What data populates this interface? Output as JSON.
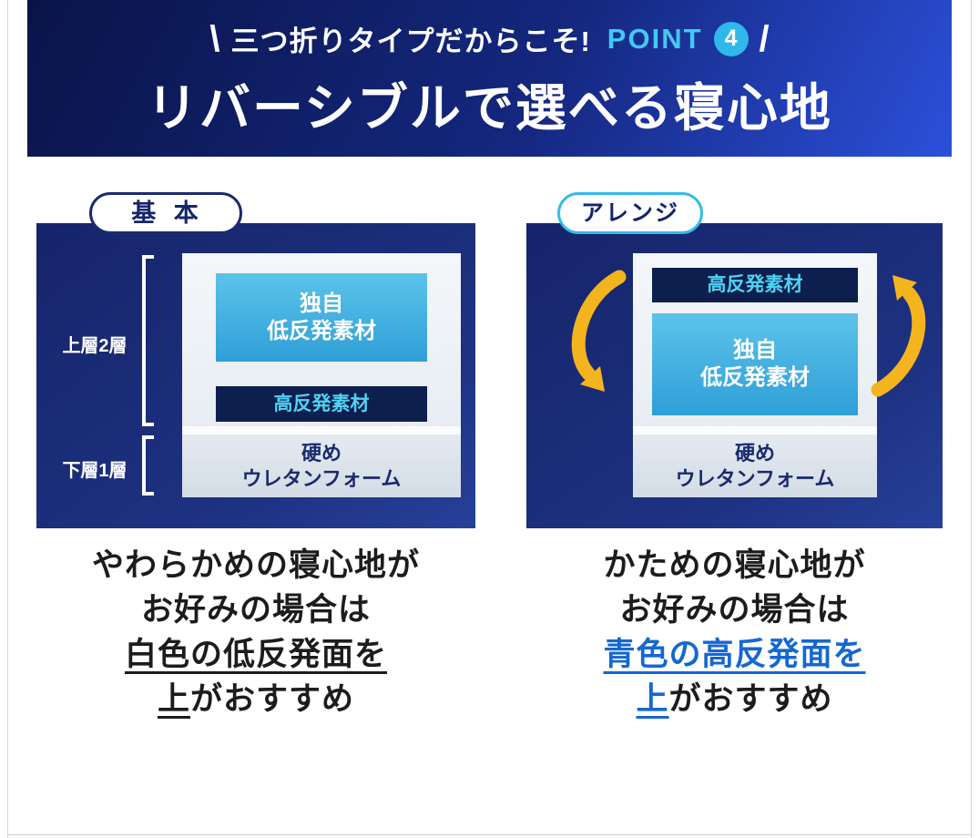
{
  "colors": {
    "header_gradient_start": "#0a1448",
    "header_gradient_end": "#2b50da",
    "cyan_accent": "#42c8f2",
    "point_circle": "#2fb9ea",
    "panel_navy": "#16246a",
    "layer_cyan": "#3cb0e4",
    "layer_navy_strip": "#0d1f4e",
    "layer_navy_text": "#4fd2f4",
    "urethane_gray": "#d3dce5",
    "arrow_yellow": "#f4b41e",
    "caption_blue": "#1567d2"
  },
  "header": {
    "slash_left": "\\",
    "tagline": "三つ折りタイプだからこそ!",
    "point_label": "POINT",
    "point_number": "4",
    "slash_right": "/",
    "title": "リバーシブルで選べる寝心地"
  },
  "basic_panel": {
    "badge": "基 本",
    "bracket_upper_label": "上層2層",
    "bracket_lower_label": "下層1層",
    "layer_low": "独自\n低反発素材",
    "layer_high": "高反発素材",
    "layer_urethane": "硬め\nウレタンフォーム",
    "caption_line1": "やわらかめの寝心地が",
    "caption_line2": "お好みの場合は",
    "caption_line3": "白色の低反発面を",
    "caption_line4_em": "上",
    "caption_line4_rest": "がおすすめ"
  },
  "arrange_panel": {
    "badge": "アレンジ",
    "layer_high": "高反発素材",
    "layer_low": "独自\n低反発素材",
    "layer_urethane": "硬め\nウレタンフォーム",
    "caption_line1": "かための寝心地が",
    "caption_line2": "お好みの場合は",
    "caption_line3": "青色の高反発面を",
    "caption_line4_em": "上",
    "caption_line4_rest": "がおすすめ"
  }
}
